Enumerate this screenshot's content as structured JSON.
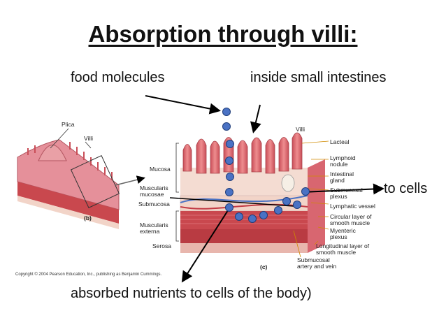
{
  "title": "Absorption through villi:",
  "labels": {
    "food_molecules": "food molecules",
    "inside_small_intestines": "inside small intestines",
    "to_cells": "to cells",
    "absorbed_nutrients": "absorbed nutrients to cells of the body)"
  },
  "figure_labels": {
    "plica": "Plica",
    "villi_b": "Villi",
    "panel_b": "(b)",
    "panel_c": "(c)",
    "villi_c": "Villi",
    "lacteal": "Lacteal",
    "lymphoid_nodule": "Lymphoid nodule",
    "intestinal_gland": "Intestinal gland",
    "submucosal_plexus": "Submucosal plexus",
    "lymphatic_vessel": "Lymphatic vessel",
    "circular_layer": "Circular layer of smooth muscle",
    "myenteric_plexus": "Myenteric plexus",
    "longitudinal_layer": "Longitudinal layer of smooth muscle",
    "submucosal_artery": "Submucosal artery and vein",
    "mucosa": "Mucosa",
    "muscularis_mucosae": "Muscularis mucosae",
    "submucosa": "Submucosa",
    "muscularis_externa": "Muscularis externa",
    "serosa": "Serosa"
  },
  "copyright": "Copyright © 2004 Pearson Education, Inc., publishing as Benjamin Cummings.",
  "colors": {
    "dot_fill": "#4a72c4",
    "dot_stroke": "#1f3d7a",
    "villus": "#e0707a",
    "muscle": "#c9484e",
    "tissue_pale": "#f2d4c8"
  }
}
